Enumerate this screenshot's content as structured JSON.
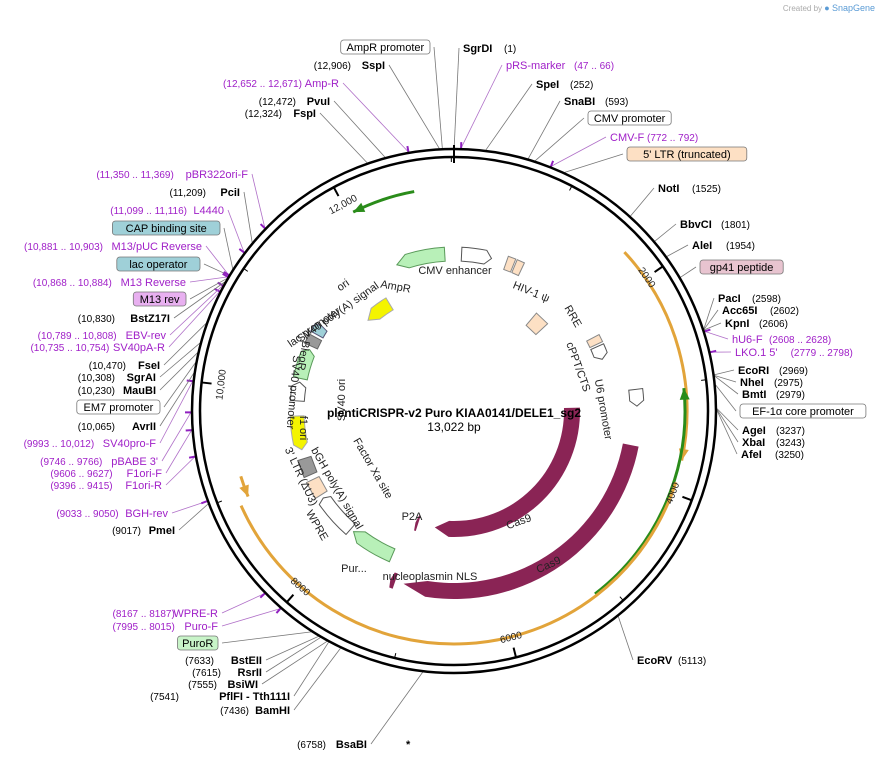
{
  "credit": {
    "created_by": "Created by",
    "brand": "SnapGene"
  },
  "plasmid": {
    "name": "plentiCRISPR-v2 Puro KIAA0141/DELE1_sg2",
    "length_label": "13,022 bp",
    "length": 13022
  },
  "ruler_ticks": [
    {
      "pos": 2000,
      "label": "2000"
    },
    {
      "pos": 4000,
      "label": "4000"
    },
    {
      "pos": 6000,
      "label": "6000"
    },
    {
      "pos": 8000,
      "label": "8000"
    },
    {
      "pos": 10000,
      "label": "10,000"
    },
    {
      "pos": 12000,
      "label": "12,000"
    }
  ],
  "sites": [
    {
      "name": "SgrDI",
      "coord": "(1)",
      "kind": "enzyme",
      "pos": 1
    },
    {
      "name": "pRS-marker",
      "coord": "(47 .. 66)",
      "kind": "primer",
      "pos": 56
    },
    {
      "name": "SpeI",
      "coord": "(252)",
      "kind": "enzyme",
      "pos": 252
    },
    {
      "name": "SnaBI",
      "coord": "(593)",
      "kind": "enzyme",
      "pos": 593
    },
    {
      "name": "CMV promoter",
      "coord": "",
      "kind": "feature",
      "pos": 650
    },
    {
      "name": "CMV-F",
      "coord": "(772 .. 792)",
      "kind": "primer",
      "pos": 782
    },
    {
      "name": "5' LTR (truncated)",
      "coord": "",
      "kind": "ltr",
      "pos": 900
    },
    {
      "name": "NotI",
      "coord": "(1525)",
      "kind": "enzyme",
      "pos": 1525
    },
    {
      "name": "BbvCI",
      "coord": "(1801)",
      "kind": "enzyme",
      "pos": 1801
    },
    {
      "name": "AleI",
      "coord": "(1954)",
      "kind": "enzyme",
      "pos": 1954
    },
    {
      "name": "gp41 peptide",
      "coord": "",
      "kind": "peptide",
      "pos": 2150
    },
    {
      "name": "PacI",
      "coord": "(2598)",
      "kind": "enzyme",
      "pos": 2598
    },
    {
      "name": "Acc65I",
      "coord": "(2602)",
      "kind": "enzyme",
      "pos": 2602
    },
    {
      "name": "KpnI",
      "coord": "(2606)",
      "kind": "enzyme",
      "pos": 2606
    },
    {
      "name": "hU6-F",
      "coord": "(2608 .. 2628)",
      "kind": "primer",
      "pos": 2618
    },
    {
      "name": "LKO.1 5'",
      "coord": "(2779 .. 2798)",
      "kind": "primer",
      "pos": 2788
    },
    {
      "name": "EcoRI",
      "coord": "(2969)",
      "kind": "enzyme",
      "pos": 2969
    },
    {
      "name": "NheI",
      "coord": "(2975)",
      "kind": "enzyme",
      "pos": 2975
    },
    {
      "name": "BmtI",
      "coord": "(2979)",
      "kind": "enzyme",
      "pos": 2979
    },
    {
      "name": "EF-1α core promoter",
      "coord": "",
      "kind": "feature",
      "pos": 3050
    },
    {
      "name": "AgeI",
      "coord": "(3237)",
      "kind": "enzyme",
      "pos": 3237
    },
    {
      "name": "XbaI",
      "coord": "(3243)",
      "kind": "enzyme",
      "pos": 3243
    },
    {
      "name": "AfeI",
      "coord": "(3250)",
      "kind": "enzyme",
      "pos": 3250
    },
    {
      "name": "EcoRV",
      "coord": "(5113)",
      "kind": "enzyme",
      "pos": 5113
    },
    {
      "name": "BsaBI",
      "coord": "(6758)",
      "kind": "enzyme",
      "pos": 6758,
      "star": "*"
    },
    {
      "name": "BamHI",
      "coord": "(7436)",
      "kind": "enzyme",
      "pos": 7436
    },
    {
      "name": "PflFI - Tth111I",
      "coord": "(7541)",
      "kind": "enzyme",
      "pos": 7541
    },
    {
      "name": "BsiWI",
      "coord": "(7555)",
      "kind": "enzyme",
      "pos": 7555
    },
    {
      "name": "RsrII",
      "coord": "(7615)",
      "kind": "enzyme",
      "pos": 7615
    },
    {
      "name": "BstEII",
      "coord": "(7633)",
      "kind": "enzyme",
      "pos": 7633
    },
    {
      "name": "PuroR",
      "coord": "",
      "kind": "marker",
      "pos": 7700
    },
    {
      "name": "Puro-F",
      "coord": "(7995 .. 8015)",
      "kind": "primer",
      "pos": 8005
    },
    {
      "name": "WPRE-R",
      "coord": "(8167 .. 8187)",
      "kind": "primer",
      "pos": 8177
    },
    {
      "name": "PmeI",
      "coord": "(9017)",
      "kind": "enzyme",
      "pos": 9017
    },
    {
      "name": "BGH-rev",
      "coord": "(9033 .. 9050)",
      "kind": "primer",
      "pos": 9041
    },
    {
      "name": "F1ori-R",
      "coord": "(9396 .. 9415)",
      "kind": "primer",
      "pos": 9405
    },
    {
      "name": "F1ori-F",
      "coord": "(9606 .. 9627)",
      "kind": "primer",
      "pos": 9616
    },
    {
      "name": "pBABE 3'",
      "coord": "(9746 .. 9766)",
      "kind": "primer",
      "pos": 9756
    },
    {
      "name": "SV40pro-F",
      "coord": "(9993 .. 10,012)",
      "kind": "primer",
      "pos": 10002
    },
    {
      "name": "AvrII",
      "coord": "(10,065)",
      "kind": "enzyme",
      "pos": 10065
    },
    {
      "name": "EM7 promoter",
      "coord": "",
      "kind": "feature",
      "pos": 10150
    },
    {
      "name": "MauBI",
      "coord": "(10,230)",
      "kind": "enzyme",
      "pos": 10230
    },
    {
      "name": "SgrAI",
      "coord": "(10,308)",
      "kind": "enzyme",
      "pos": 10308
    },
    {
      "name": "FseI",
      "coord": "(10,470)",
      "kind": "enzyme",
      "pos": 10470
    },
    {
      "name": "SV40pA-R",
      "coord": "(10,735 .. 10,754)",
      "kind": "primer",
      "pos": 10744
    },
    {
      "name": "EBV-rev",
      "coord": "(10,789 .. 10,808)",
      "kind": "primer",
      "pos": 10798
    },
    {
      "name": "BstZ17I",
      "coord": "(10,830)",
      "kind": "enzyme",
      "pos": 10830
    },
    {
      "name": "M13 rev",
      "coord": "",
      "kind": "m13",
      "pos": 10860
    },
    {
      "name": "M13 Reverse",
      "coord": "(10,868 .. 10,884)",
      "kind": "primer",
      "pos": 10876
    },
    {
      "name": "lac operator",
      "coord": "",
      "kind": "lac",
      "pos": 10890
    },
    {
      "name": "M13/pUC Reverse",
      "coord": "(10,881 .. 10,903)",
      "kind": "primer",
      "pos": 10892
    },
    {
      "name": "CAP binding site",
      "coord": "",
      "kind": "lac",
      "pos": 10950
    },
    {
      "name": "L4440",
      "coord": "(11,099 .. 11,116)",
      "kind": "primer",
      "pos": 11107
    },
    {
      "name": "PciI",
      "coord": "(11,209)",
      "kind": "enzyme",
      "pos": 11209
    },
    {
      "name": "pBR322ori-F",
      "coord": "(11,350 .. 11,369)",
      "kind": "primer",
      "pos": 11359
    },
    {
      "name": "FspI",
      "coord": "(12,324)",
      "kind": "enzyme",
      "pos": 12324
    },
    {
      "name": "PvuI",
      "coord": "(12,472)",
      "kind": "enzyme",
      "pos": 12472
    },
    {
      "name": "Amp-R",
      "coord": "(12,652 .. 12,671)",
      "kind": "primer",
      "pos": 12661
    },
    {
      "name": "SspI",
      "coord": "(12,906)",
      "kind": "enzyme",
      "pos": 12906
    },
    {
      "name": "AmpR promoter",
      "coord": "",
      "kind": "feature",
      "pos": 12930
    }
  ],
  "inner_features": [
    {
      "name": "CMV enhancer"
    },
    {
      "name": "HIV-1 ψ"
    },
    {
      "name": "RRE"
    },
    {
      "name": "cPPT/CTS"
    },
    {
      "name": "U6 promoter"
    },
    {
      "name": "Cas9"
    },
    {
      "name": "Cas9"
    },
    {
      "name": "P2A"
    },
    {
      "name": "Factor Xa site"
    },
    {
      "name": "nucleoplasmin NLS"
    },
    {
      "name": "Pur..."
    },
    {
      "name": "WPRE"
    },
    {
      "name": "3' LTR (ΔU3)"
    },
    {
      "name": "bGH poly(A) signal"
    },
    {
      "name": "f1 ori"
    },
    {
      "name": "SV40 promoter"
    },
    {
      "name": "SV40 ori"
    },
    {
      "name": "BleoR"
    },
    {
      "name": "lac promoter"
    },
    {
      "name": "SV40 poly(A) signal"
    },
    {
      "name": "AmpR"
    },
    {
      "name": "ori"
    }
  ],
  "colors": {
    "enzyme": "#000000",
    "primer": "#a020c8",
    "cas9": "#8a2455",
    "ampr": "#b8f0b8",
    "ori": "#f4f400",
    "ltr": "#fde0c4",
    "orange_arc": "#e2a43a",
    "green_arc": "#2a8c1a",
    "lac_fill": "#9fd0d8",
    "peptide_fill": "#e8c4d0",
    "m13_fill": "#e8b0f0",
    "marker_fill": "#c8f4c8"
  }
}
